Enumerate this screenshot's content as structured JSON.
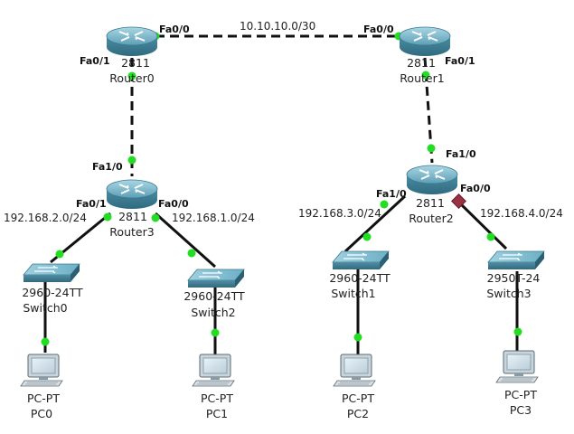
{
  "networks": {
    "r0_r1": "10.10.10.0/30",
    "r3_sw0": "192.168.2.0/24",
    "r3_sw2": "192.168.1.0/24",
    "r2_sw1": "192.168.3.0/24",
    "r2_sw3": "192.168.4.0/24"
  },
  "routers": [
    {
      "id": "router0",
      "model": "2811",
      "name": "Router0"
    },
    {
      "id": "router1",
      "model": "2811",
      "name": "Router1"
    },
    {
      "id": "router3",
      "model": "2811",
      "name": "Router3"
    },
    {
      "id": "router2",
      "model": "2811",
      "name": "Router2"
    }
  ],
  "switches": [
    {
      "id": "switch0",
      "model": "2960-24TT",
      "name": "Switch0"
    },
    {
      "id": "switch2",
      "model": "2960-24TT",
      "name": "Switch2"
    },
    {
      "id": "switch1",
      "model": "2960-24TT",
      "name": "Switch1"
    },
    {
      "id": "switch3",
      "model": "2950T-24",
      "name": "Switch3"
    }
  ],
  "pcs": [
    {
      "id": "pc0",
      "model": "PC-PT",
      "name": "PC0"
    },
    {
      "id": "pc1",
      "model": "PC-PT",
      "name": "PC1"
    },
    {
      "id": "pc2",
      "model": "PC-PT",
      "name": "PC2"
    },
    {
      "id": "pc3",
      "model": "PC-PT",
      "name": "PC3"
    }
  ],
  "ports": {
    "r0_fa00": "Fa0/0",
    "r0_fa01": "Fa0/1",
    "r1_fa00": "Fa0/0",
    "r1_fa01": "Fa0/1",
    "r3_fa10": "Fa1/0",
    "r3_fa01": "Fa0/1",
    "r3_fa00": "Fa0/0",
    "r2_fa10_top": "Fa1/0",
    "r2_fa10_left": "Fa1/0",
    "r2_fa00": "Fa0/0"
  },
  "colors": {
    "link": "#111111",
    "link_up": "#22dd22",
    "link_down": "#993344",
    "router_body": "#5fa3b8",
    "switch_body": "#6aaec2",
    "pc_body": "#dfe6ea"
  },
  "icons": {
    "router": "router-icon",
    "switch": "switch-icon",
    "pc": "pc-icon"
  }
}
